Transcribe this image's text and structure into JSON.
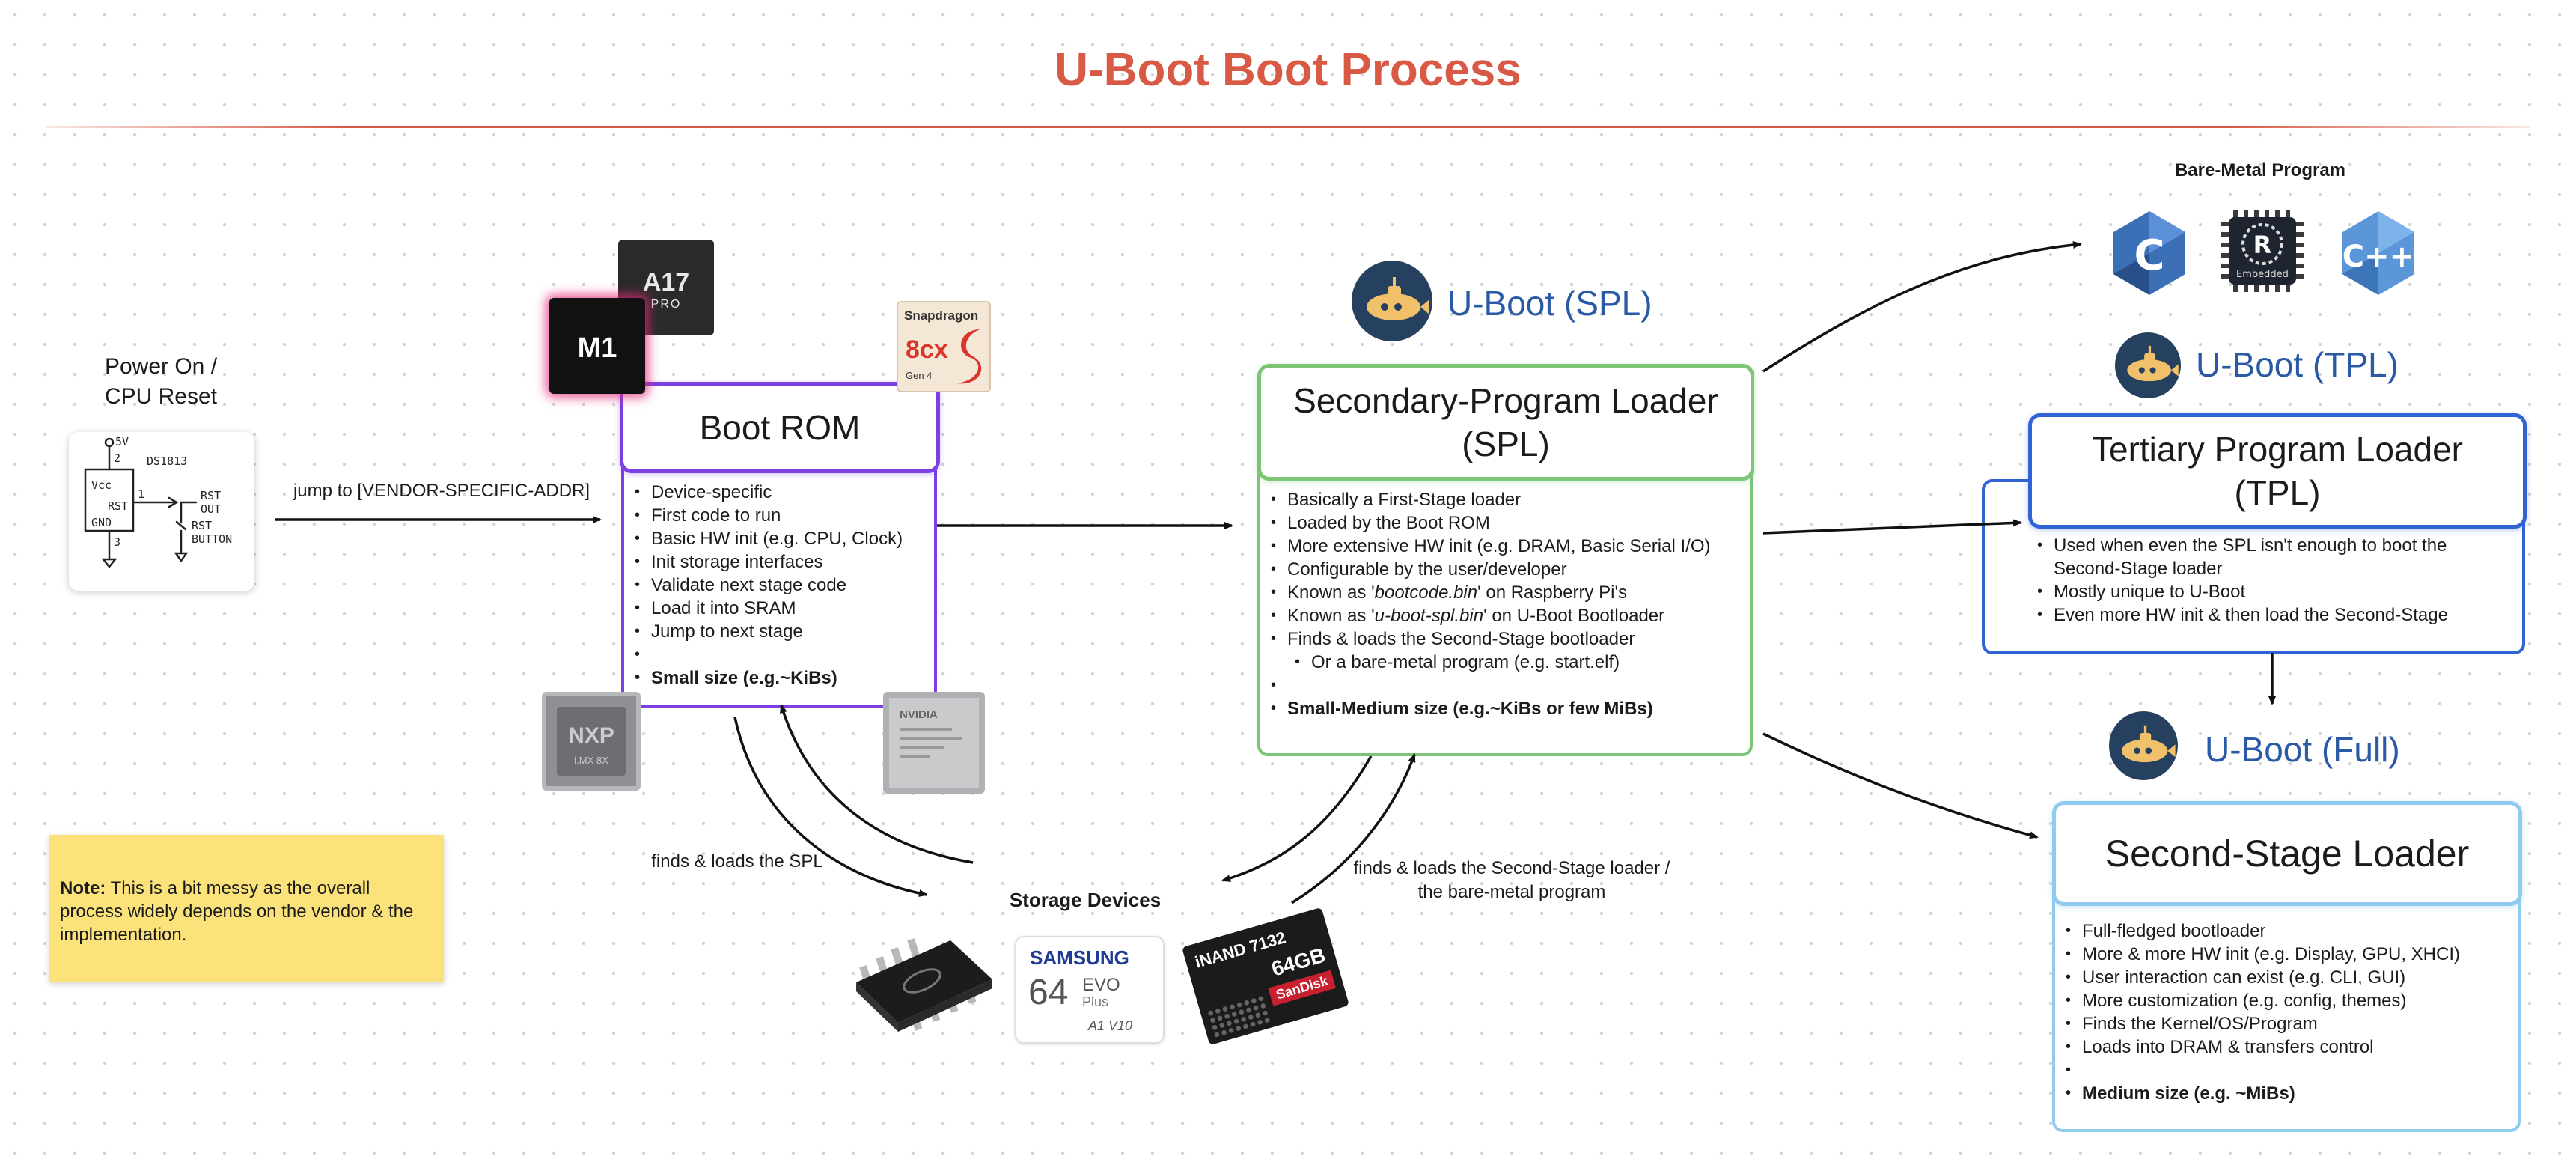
{
  "title": "U-Boot Boot Process",
  "power": {
    "label_line1": "Power On /",
    "label_line2": "CPU Reset",
    "schematic": {
      "supply": "5V",
      "part": "DS1813",
      "vcc": "Vcc",
      "rst_pin": "RST",
      "gnd": "GND",
      "pin_top": "2",
      "pin_right": "1",
      "pin_bottom": "3",
      "out_line1": "RST",
      "out_line2": "OUT",
      "btn_line1": "RST",
      "btn_line2": "BUTTON"
    }
  },
  "edges": {
    "jump": "jump to [VENDOR-SPECIFIC-ADDR]",
    "finds_spl": "finds & loads the SPL",
    "finds_second_line1": "finds & loads the Second-Stage loader /",
    "finds_second_line2": "the bare-metal program"
  },
  "boot_rom": {
    "title": "Boot ROM",
    "items": [
      "Device-specific",
      "First code to run",
      "Basic HW init (e.g. CPU, Clock)",
      "Init storage interfaces",
      "Validate next stage code",
      "Load it into SRAM",
      "Jump to next stage",
      ""
    ],
    "size": "Small size (e.g.~KiBs)",
    "chips": {
      "m1": "M1",
      "a17_line1": "A17",
      "a17_line2": "PRO",
      "snapdragon_brand": "Snapdragon",
      "snapdragon_model": "8cx",
      "snapdragon_gen": "Gen 4",
      "nxp": "NXP",
      "nxp_sub": "i.MX 8X",
      "nvidia": "NVIDIA"
    }
  },
  "spl": {
    "brand": "U-Boot (SPL)",
    "title_line1": "Secondary-Program Loader",
    "title_line2": "(SPL)",
    "items": [
      {
        "text": "Basically a First-Stage loader"
      },
      {
        "text": "Loaded by the Boot ROM"
      },
      {
        "text": "More extensive HW init (e.g. DRAM, Basic Serial I/O)"
      },
      {
        "text": "Configurable by the user/developer"
      },
      {
        "pre": "Known as '",
        "em": "bootcode.bin",
        "post": "' on Raspberry Pi's"
      },
      {
        "pre": "Known as '",
        "em": "u-boot-spl.bin",
        "post": "' on U-Boot Bootloader"
      },
      {
        "text": "Finds & loads the Second-Stage bootloader"
      }
    ],
    "sub_item": "Or a bare-metal program (e.g. start.elf)",
    "blank": "",
    "size": "Small-Medium size (e.g.~KiBs or few MiBs)"
  },
  "storage": {
    "label": "Storage Devices",
    "sd_brand": "SAMSUNG",
    "sd_capacity": "64",
    "sd_line1": "EVO",
    "sd_line2": "Plus",
    "sd_marks": "A1 V10",
    "emmc_model": "iNAND 7132",
    "emmc_capacity": "64GB",
    "emmc_brand": "SanDisk"
  },
  "baremetal": {
    "label": "Bare-Metal Program",
    "icons": {
      "c": "C",
      "rust": "R",
      "rust_sub": "Embedded",
      "cpp": "C++"
    }
  },
  "tpl": {
    "brand": "U-Boot (TPL)",
    "title_line1": "Tertiary Program Loader",
    "title_line2": "(TPL)",
    "items": [
      "Used when even the SPL isn't enough to boot the Second-Stage loader",
      "Mostly unique to U-Boot",
      "Even more HW init & then load the Second-Stage"
    ]
  },
  "full": {
    "brand": "U-Boot (Full)",
    "title": "Second-Stage Loader",
    "items": [
      "Full-fledged bootloader",
      "More & more HW init (e.g. Display, GPU, XHCI)",
      "User interaction can exist (e.g. CLI, GUI)",
      "More customization (e.g. config, themes)",
      "Finds the Kernel/OS/Program",
      "Loads into DRAM & transfers control",
      ""
    ],
    "size": "Medium size (e.g. ~MiBs)"
  },
  "note": {
    "bold": "Note:",
    "text": " This is a bit messy as the overall process widely depends on the vendor & the implementation."
  },
  "colors": {
    "title": "#d85a45",
    "boot_rom_border": "#7b3fe4",
    "spl_border": "#7cc576",
    "tpl_border": "#2f63d6",
    "full_border": "#8ecbef",
    "note_bg": "#fbe27a",
    "uboot_text": "#2a5aa5"
  }
}
